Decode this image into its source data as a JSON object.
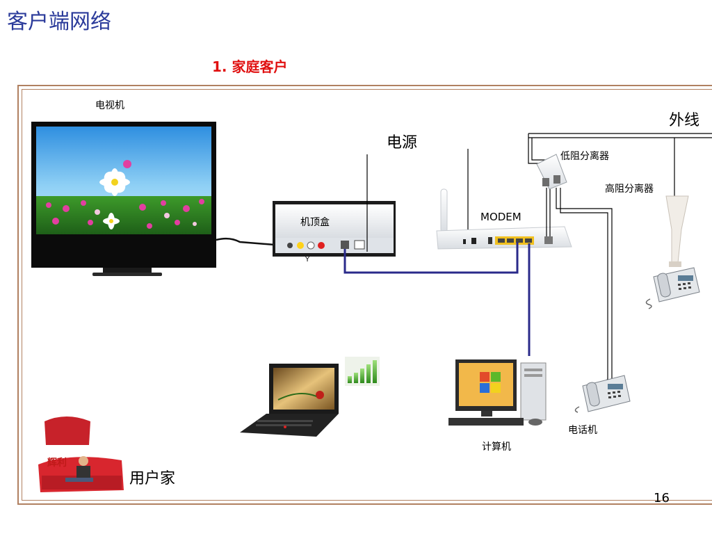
{
  "slide": {
    "title": "客户端网络",
    "subtitle": "1. 家庭客户",
    "page_number": "16"
  },
  "labels": {
    "tv": "电视机",
    "power": "电源",
    "outside_line": "外线",
    "low_splitter": "低阻分离器",
    "high_splitter": "高阻分离器",
    "settop_box": "机顶盒",
    "modem": "MODEM",
    "settop_port_mark": "Y",
    "phone": "电话机",
    "computer": "计算机",
    "user_home": "用户家",
    "sofa_logo": "辉利"
  },
  "colors": {
    "title": "#2a3a9a",
    "subtitle": "#e01010",
    "frame": "#b08060",
    "network_cable": "#2a2a8a",
    "phone_line": "#000000"
  },
  "icons": [
    "tv-icon",
    "settop-box-icon",
    "modem-icon",
    "splitter-icon",
    "telephone-icon",
    "computer-icon",
    "laptop-icon",
    "signal-strength-icon",
    "sofa-icon"
  ]
}
